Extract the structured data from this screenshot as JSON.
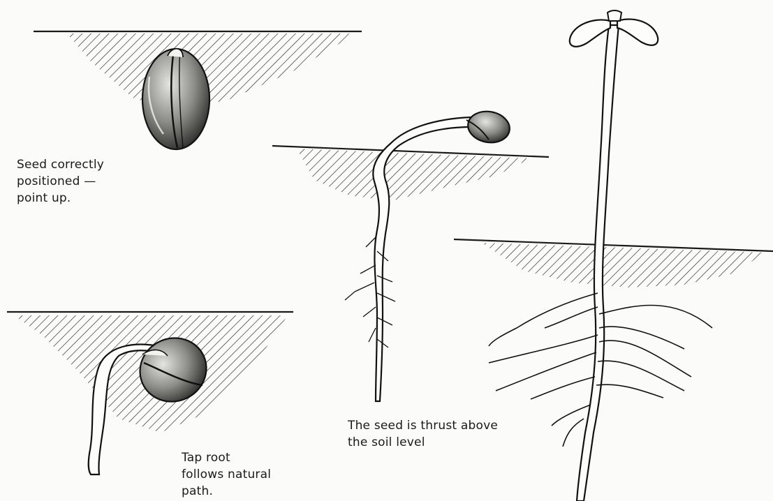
{
  "captions": {
    "seed_positioned": [
      "Seed correctly",
      "positioned —",
      "point up."
    ],
    "seed_thrust": [
      "The seed is thrust above",
      "the soil level"
    ],
    "tap_root": [
      "Tap root",
      "follows natural",
      "path."
    ]
  },
  "colors": {
    "ink": "#1a1a1a",
    "paper": "#fbfbf9"
  }
}
